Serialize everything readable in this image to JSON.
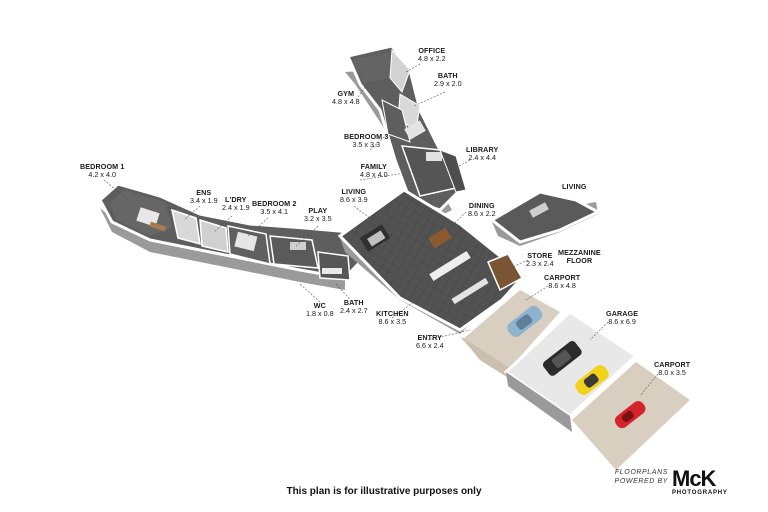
{
  "rooms": {
    "office": {
      "name": "OFFICE",
      "dim": "4.8 x 2.2"
    },
    "bath_upper": {
      "name": "BATH",
      "dim": "2.9 x 2.0"
    },
    "gym": {
      "name": "GYM",
      "dim": "4.8 x 4.8"
    },
    "bedroom3": {
      "name": "BEDROOM 3",
      "dim": "3.5 x 3.3"
    },
    "library": {
      "name": "LIBRARY",
      "dim": "2.4 x 4.4"
    },
    "family": {
      "name": "FAMILY",
      "dim": "4.8 x 4.0"
    },
    "bedroom1": {
      "name": "BEDROOM 1",
      "dim": "4.2 x 4.0"
    },
    "ens": {
      "name": "ENS",
      "dim": "3.4 x 1.9"
    },
    "ldry": {
      "name": "L'DRY",
      "dim": "2.4 x 1.9"
    },
    "bedroom2": {
      "name": "BEDROOM 2",
      "dim": "3.5 x 4.1"
    },
    "play": {
      "name": "PLAY",
      "dim": "3.2 x 3.5"
    },
    "living": {
      "name": "LIVING",
      "dim": "8.6 x 3.9"
    },
    "living_mezz": {
      "name": "LIVING",
      "dim": ""
    },
    "dining": {
      "name": "DINING",
      "dim": "8.6 x 2.2"
    },
    "mezzanine": {
      "name": "MEZZANINE",
      "dim": "FLOOR"
    },
    "store": {
      "name": "STORE",
      "dim": "2.3 x 2.4"
    },
    "carport1": {
      "name": "CARPORT",
      "dim": "8.6 x 4.8"
    },
    "garage": {
      "name": "GARAGE",
      "dim": "8.6 x 6.9"
    },
    "carport2": {
      "name": "CARPORT",
      "dim": "8.0 x 3.5"
    },
    "wc": {
      "name": "WC",
      "dim": "1.8 x 0.8"
    },
    "bath_lower": {
      "name": "BATH",
      "dim": "2.4 x 2.7"
    },
    "kitchen": {
      "name": "KITCHEN",
      "dim": "8.6 x 3.5"
    },
    "entry": {
      "name": "ENTRY",
      "dim": "6.6 x 2.4"
    }
  },
  "disclaimer": "This plan is for illustrative purposes only",
  "brand": {
    "powered_by": "FLOORPLANS POWERED BY",
    "logo": "McK",
    "sub": "PHOTOGRAPHY"
  },
  "colors": {
    "floor_dark": "#4a4a4a",
    "floor_tile": "#6e6e6e",
    "wall": "#ffffff",
    "wall_side": "#9a9a9a",
    "concrete": "#d9cfc0",
    "car_blue": "#8fb3cf",
    "car_black": "#2b2b2b",
    "car_yellow": "#f2d21a",
    "car_red": "#d4232a"
  }
}
